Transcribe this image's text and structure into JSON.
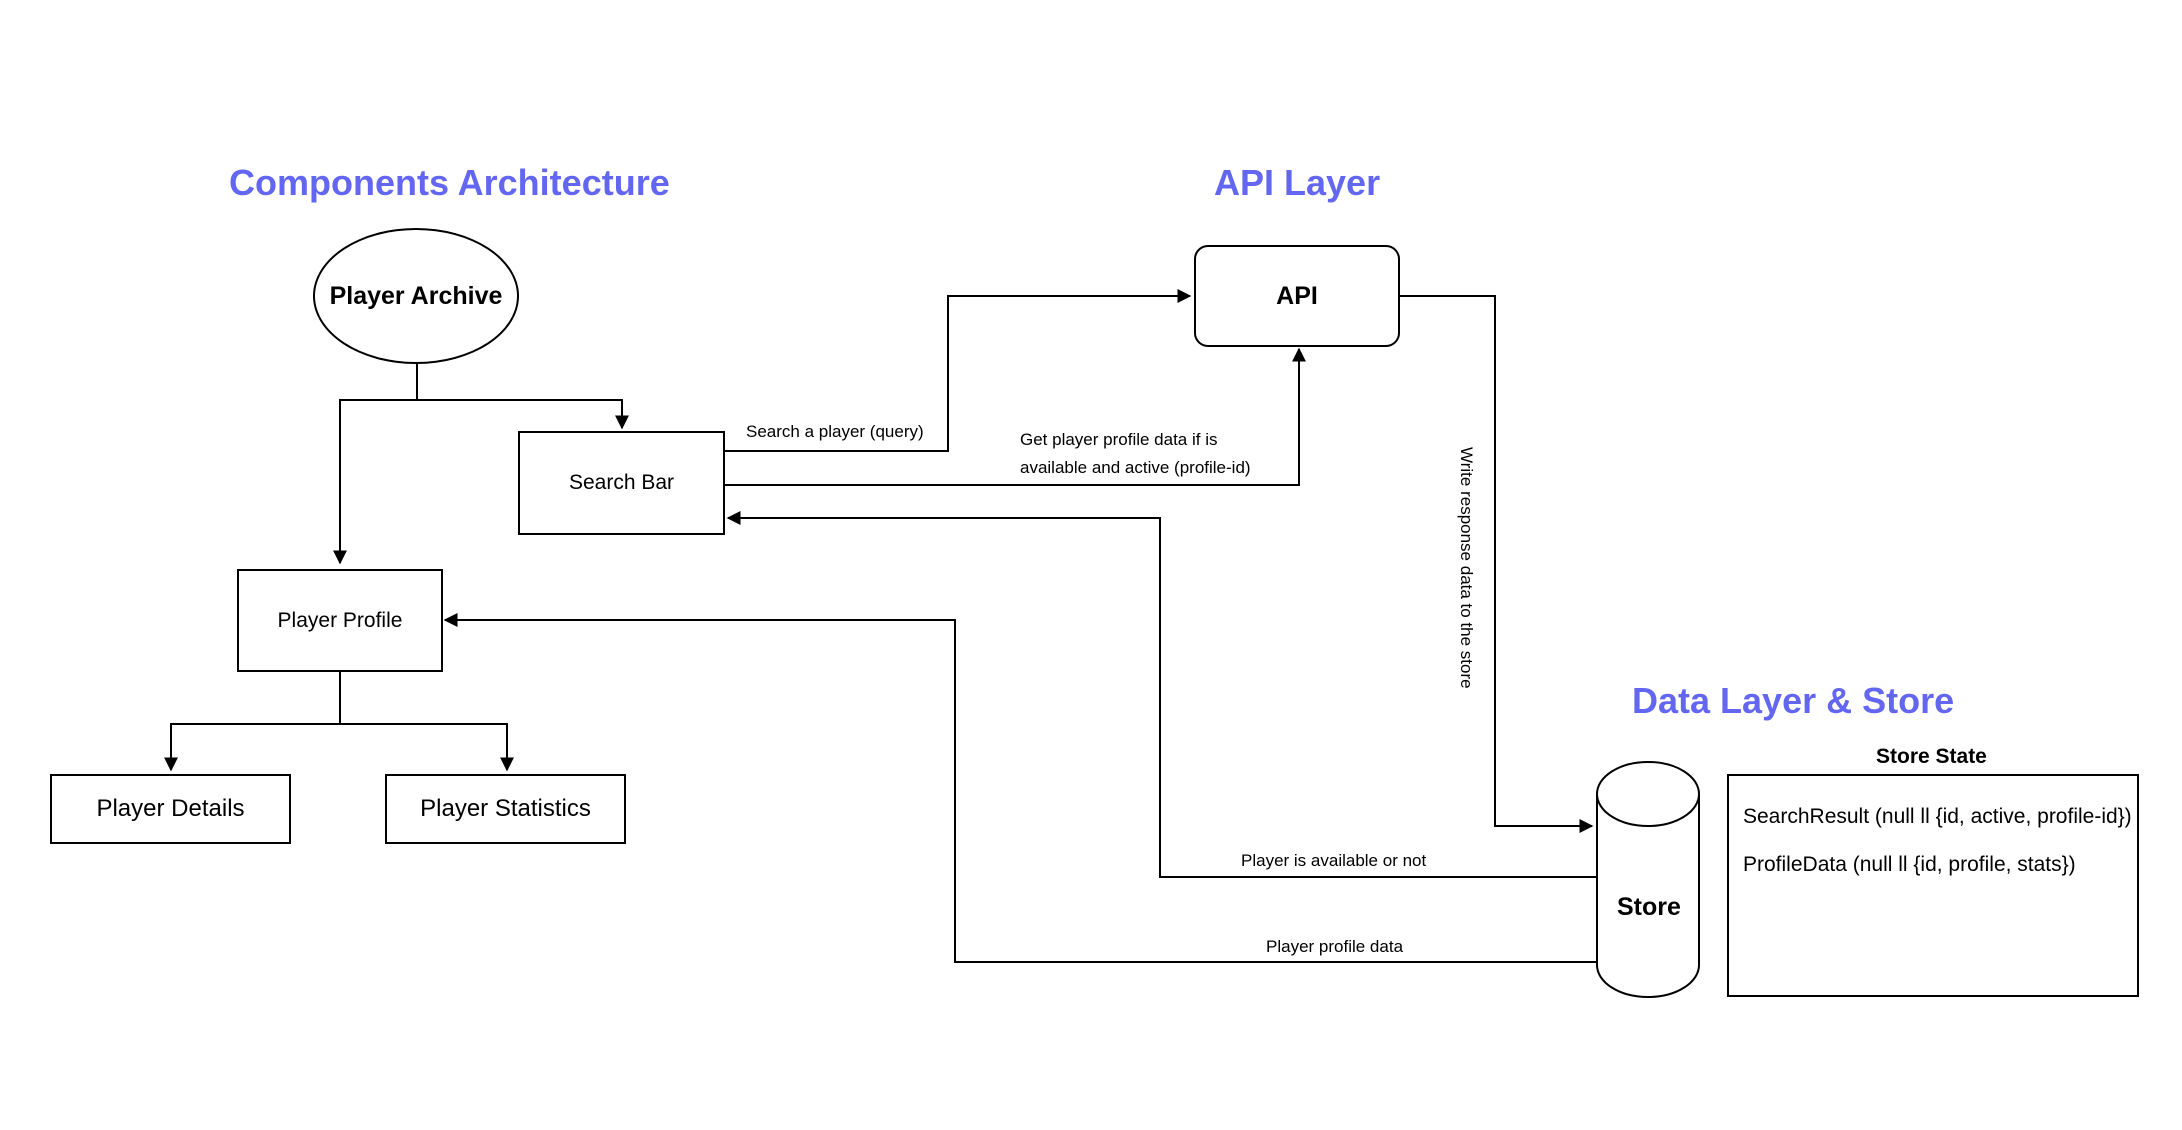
{
  "sections": {
    "components": "Components Architecture",
    "api": "API Layer",
    "data": "Data Layer & Store"
  },
  "nodes": {
    "player_archive": "Player Archive",
    "search_bar": "Search Bar",
    "player_profile": "Player Profile",
    "player_details": "Player Details",
    "player_statistics": "Player Statistics",
    "api": "API",
    "store": "Store"
  },
  "edges": {
    "search_query": "Search a player (query)",
    "get_profile_line1": "Get player profile data if is",
    "get_profile_line2": "available and active  (profile-id)",
    "write_response": "Write response data to the store",
    "player_available": "Player is available or not",
    "player_profile_data": "Player profile data"
  },
  "store_state": {
    "title": "Store State",
    "items": [
      "SearchResult (null ll {id, active, profile-id})",
      "ProfileData (null ll {id, profile, stats})"
    ]
  },
  "colors": {
    "section_title": "#6366f1",
    "stroke": "#000000"
  }
}
